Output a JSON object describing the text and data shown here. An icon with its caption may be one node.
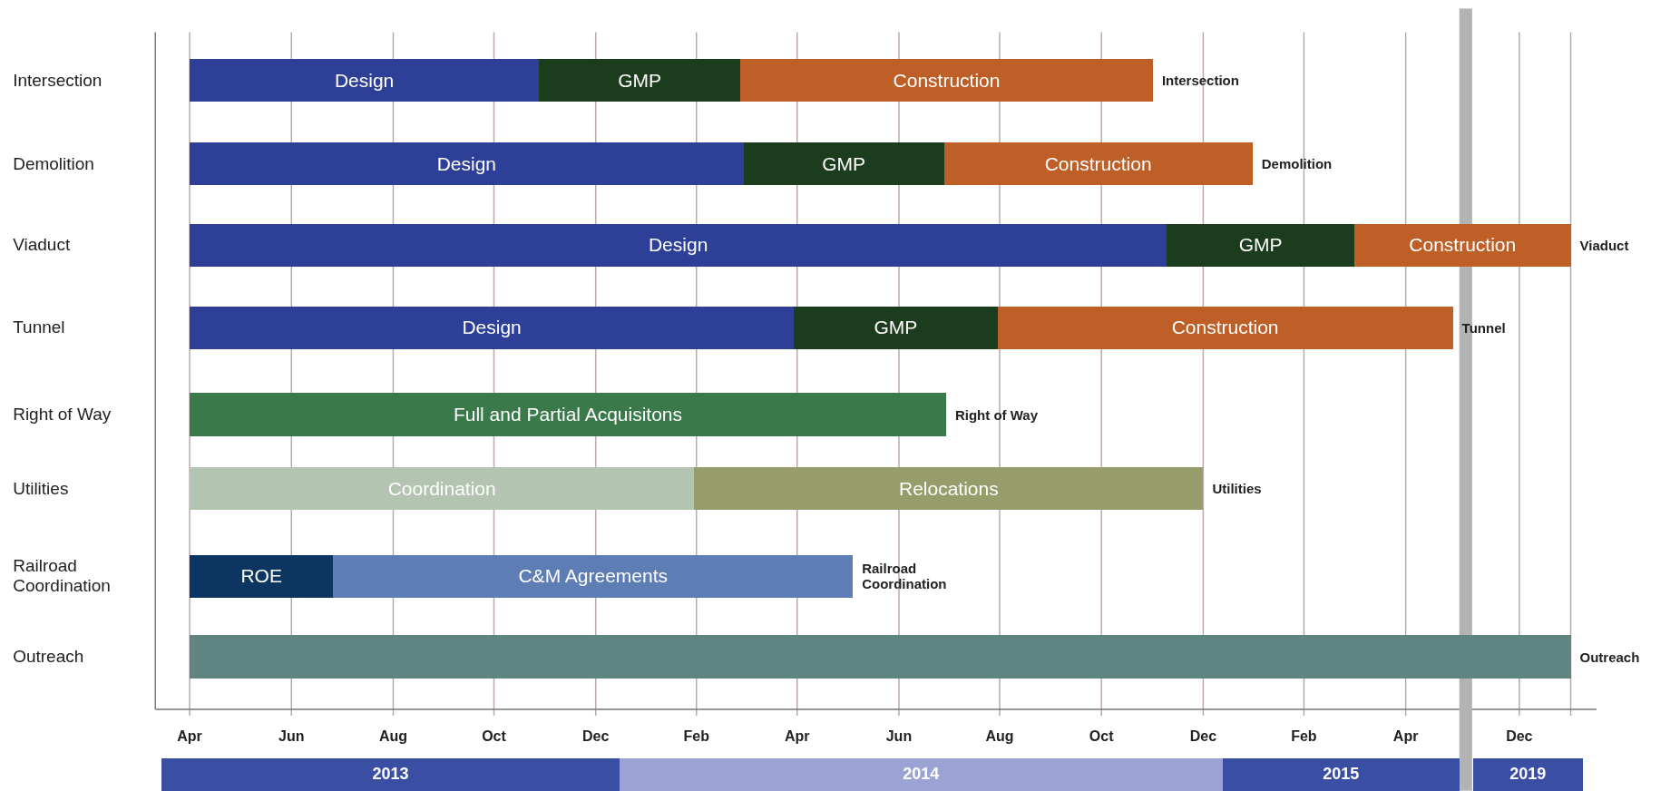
{
  "diagram": {
    "nodes": [
      {
        "text": [
          "Design"
        ]
      },
      {
        "text": [
          "GMP"
        ]
      },
      {
        "text": [
          "Construction"
        ],
        "beside": [
          "Intersection"
        ]
      },
      {
        "text": [
          "Design"
        ]
      },
      {
        "text": [
          "GMP"
        ]
      },
      {
        "text": [
          "Construction"
        ],
        "beside": [
          "Demolition"
        ]
      },
      {
        "text": [
          "Design"
        ]
      },
      {
        "text": [
          "GMP"
        ]
      },
      {
        "text": [
          "Construction"
        ],
        "beside": [
          "Viaduct"
        ]
      },
      {
        "text": [
          "Design"
        ]
      },
      {
        "text": [
          "GMP"
        ]
      },
      {
        "text": [
          "Construction"
        ],
        "beside": [
          "Tunnel"
        ]
      },
      {
        "text": [
          "Full and Partial Acquisitons"
        ],
        "beside": [
          "Right of Way"
        ]
      },
      {
        "text": [
          "Coordination"
        ]
      },
      {
        "text": [
          "Relocations"
        ],
        "beside": [
          "Utilities"
        ]
      },
      {
        "text": [
          "ROE"
        ]
      },
      {
        "text": [
          "C&M Agreements"
        ],
        "beside": [
          "Railroad Coordination"
        ]
      },
      {
        "text": [],
        "shape": "bar",
        "beside": [
          "Outreach"
        ]
      },
      {
        "text": [
          "2013"
        ]
      },
      {
        "text": [
          "2014"
        ]
      },
      {
        "text": [
          "2015"
        ]
      },
      {
        "text": [
          "2019"
        ]
      }
    ],
    "labels": [
      "Intersection",
      "Demolition",
      "Viaduct",
      "Tunnel",
      "Right of Way",
      "Utilities",
      "Railroad Coordination",
      "Outreach",
      "Apr",
      "Jun",
      "Aug",
      "Oct",
      "Dec",
      "Feb",
      "Apr",
      "Jun",
      "Aug",
      "Oct",
      "Dec",
      "Feb",
      "Apr",
      "Dec"
    ]
  }
}
